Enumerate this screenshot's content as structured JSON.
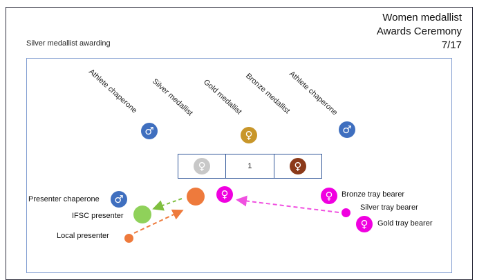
{
  "title": {
    "line1": "Women medallist",
    "line2": "Awards Ceremony",
    "line3": "7/17"
  },
  "subtitle": "Silver medallist awarding",
  "roles_top": {
    "athlete_chaperone_left": "Athlete chaperone",
    "silver_medallist": "Silver medallist",
    "gold_medallist": "Gold medallist",
    "bronze_medallist": "Bronze medallist",
    "athlete_chaperone_right": "Athlete chaperone"
  },
  "podium": {
    "center_label": "1"
  },
  "people": {
    "presenter_chaperone": "Presenter chaperone",
    "ifsc_presenter": "IFSC presenter",
    "local_presenter": "Local presenter",
    "bronze_tray_bearer": "Bronze tray bearer",
    "silver_tray_bearer": "Silver tray bearer",
    "gold_tray_bearer": "Gold tray bearer"
  },
  "symbols": {
    "male": "♂",
    "female": "♀"
  },
  "colors": {
    "male_blue": "#3f6fbf",
    "gold": "#c8962a",
    "silver": "#c8c8c8",
    "bronze": "#8b3a1a",
    "magenta": "#f000e0",
    "orange": "#ee7a3c",
    "green": "#8fd15a",
    "arrow_green": "#7fbf3f",
    "arrow_orange": "#ee7a3c",
    "arrow_magenta": "#f050e0"
  },
  "icons": [
    "male-symbol-icon",
    "female-symbol-icon"
  ]
}
